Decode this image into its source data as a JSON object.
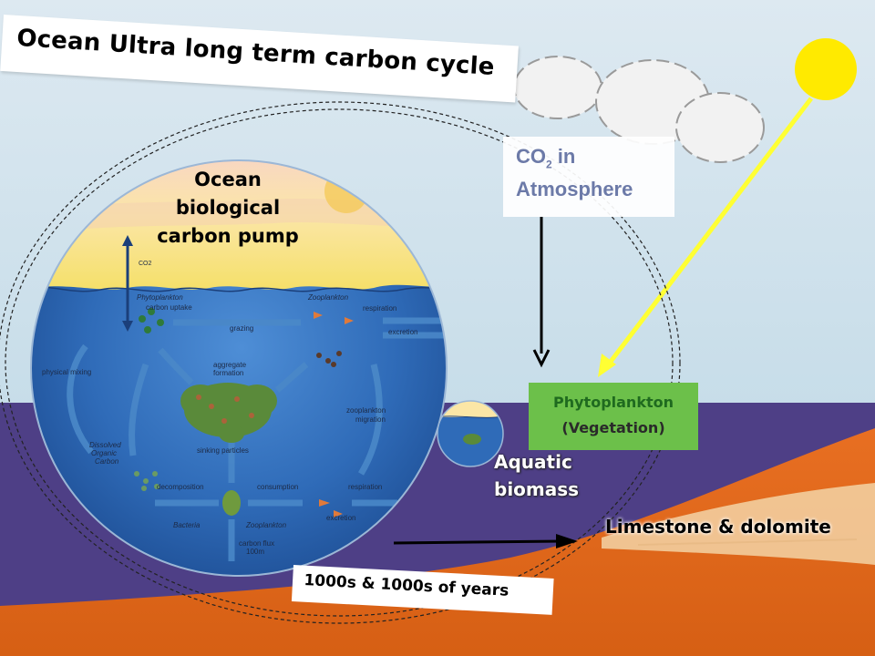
{
  "title": "Ocean Ultra long term carbon cycle",
  "atmosphere": {
    "co2_prefix": "CO",
    "co2_subscript": "2",
    "co2_suffix": " in",
    "line2": "Atmosphere"
  },
  "pump": {
    "line1": "Ocean",
    "line2": "biological",
    "line3": "carbon pump"
  },
  "phytoplankton_box": {
    "line1": "Phytoplankton",
    "line2": "(Vegetation)"
  },
  "aquatic": {
    "line1": "Aquatic",
    "line2": "biomass"
  },
  "limestone": "Limestone & dolomite",
  "years": "1000s & 1000s of years",
  "pump_diagram": {
    "co2": "CO2",
    "phytoplankton": "Phytoplankton",
    "carbon_uptake": "carbon uptake",
    "zooplankton_top": "Zooplankton",
    "grazing": "grazing",
    "respiration_top": "respiration",
    "excretion_top": "excretion",
    "aggregate": "aggregate",
    "formation": "formation",
    "physical_mixing": "physical mixing",
    "zooplankton_migration_1": "zooplankton",
    "zooplankton_migration_2": "migration",
    "dissolved": "Dissolved",
    "organic": "Organic",
    "carbon": "Carbon",
    "sinking_particles": "sinking particles",
    "decomposition": "decomposition",
    "consumption": "consumption",
    "respiration_bottom": "respiration",
    "excretion_bottom": "excretion",
    "bacteria": "Bacteria",
    "zooplankton_bottom": "Zooplankton",
    "carbon_flux": "carbon flux",
    "depth": "100m"
  },
  "colors": {
    "sky": "#cfe3ee",
    "purple_ocean": "#4e3f86",
    "orange_sediment": "#e0661c",
    "sun": "#ffea00",
    "sun_ray": "#ffff33",
    "phyto_box": "#6cc04a",
    "inner_ocean": "#2f6bb8"
  }
}
